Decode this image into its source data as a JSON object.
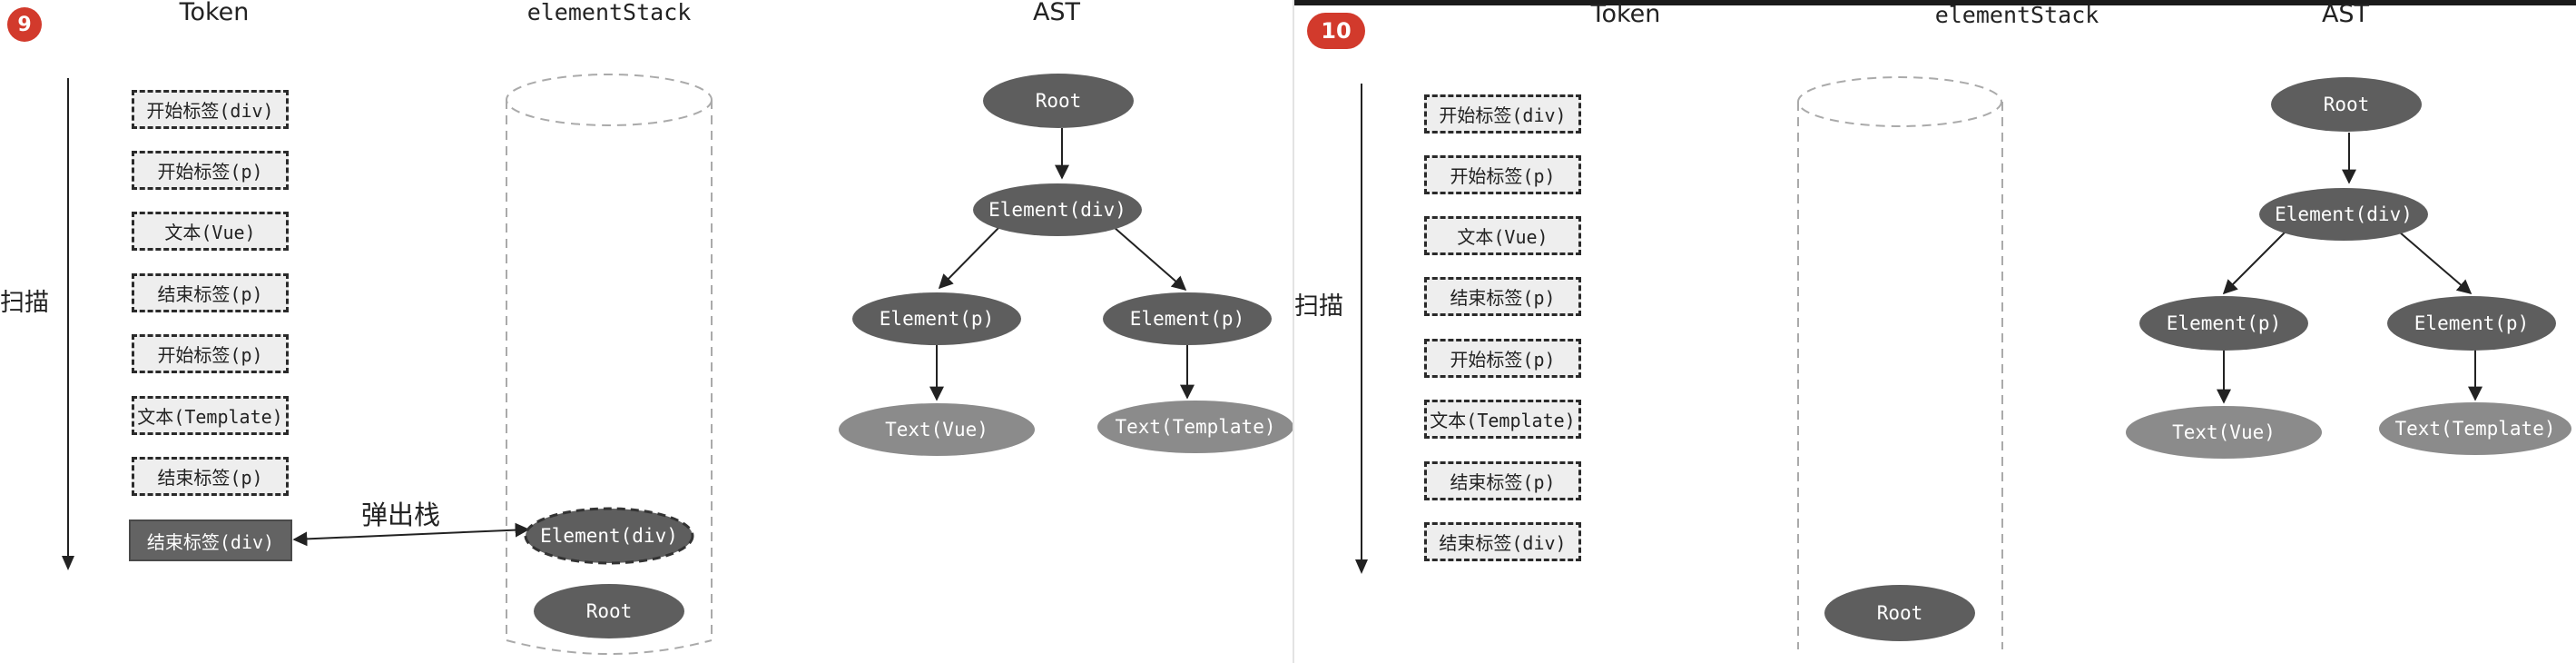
{
  "panels": [
    {
      "step": "9",
      "headers": {
        "token": "Token",
        "stack": "elementStack",
        "ast": "AST"
      },
      "scan_label": "扫描",
      "tokens": [
        {
          "label": "开始标签(div)"
        },
        {
          "label": "开始标签(p)"
        },
        {
          "label": "文本(Vue)"
        },
        {
          "label": "结束标签(p)"
        },
        {
          "label": "开始标签(p)"
        },
        {
          "label": "文本(Template)"
        },
        {
          "label": "结束标签(p)"
        },
        {
          "label": "结束标签(div)",
          "popped": true
        }
      ],
      "pop_label": "弹出栈",
      "stack_items": [
        "Element(div)",
        "Root"
      ],
      "stack_item_popping": "Element(div)",
      "ast": {
        "root": "Root",
        "div": "Element(div)",
        "p1": "Element(p)",
        "p2": "Element(p)",
        "t1": "Text(Vue)",
        "t2": "Text(Template)"
      }
    },
    {
      "step": "10",
      "headers": {
        "token": "Token",
        "stack": "elementStack",
        "ast": "AST"
      },
      "scan_label": "扫描",
      "tokens": [
        {
          "label": "开始标签(div)"
        },
        {
          "label": "开始标签(p)"
        },
        {
          "label": "文本(Vue)"
        },
        {
          "label": "结束标签(p)"
        },
        {
          "label": "开始标签(p)"
        },
        {
          "label": "文本(Template)"
        },
        {
          "label": "结束标签(p)"
        },
        {
          "label": "结束标签(div)"
        }
      ],
      "stack_items": [
        "Root"
      ],
      "ast": {
        "root": "Root",
        "div": "Element(div)",
        "p1": "Element(p)",
        "p2": "Element(p)",
        "t1": "Text(Vue)",
        "t2": "Text(Template)"
      }
    }
  ],
  "colors": {
    "badge": "#d23a2c",
    "node_dark": "#5e5e5e",
    "node_light": "#8b8b8b",
    "token_fill": "#eeeeee",
    "token_popped_fill": "#636363",
    "cylinder_stroke": "#aaaaaa"
  }
}
